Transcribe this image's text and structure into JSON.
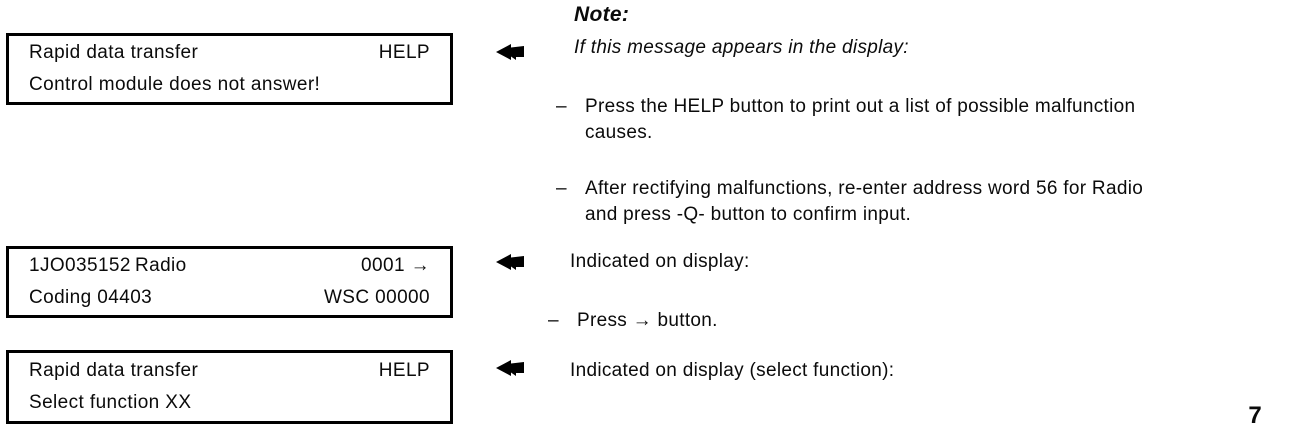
{
  "page": {
    "background_color": "#ffffff",
    "text_color": "#0b0b0b",
    "page_number": "7"
  },
  "icons": {
    "pointer": "left-arrow-marker"
  },
  "displays": [
    {
      "line1_left": "Rapid data transfer",
      "line1_right": "HELP",
      "line2_left": "Control module does not answer!"
    },
    {
      "line1_left": "1JO035152",
      "line1_mid": "Radio",
      "line1_right": "0001 →",
      "line2_left": "Coding 04403",
      "line2_right": "WSC 00000"
    },
    {
      "line1_left": "Rapid data transfer",
      "line1_right": "HELP",
      "line2_left": "Select function XX"
    }
  ],
  "notes": {
    "heading": "Note:",
    "intro": "If this message appears in the display:",
    "bullet1": {
      "dash": "–",
      "line1": "Press the HELP button to print out a list of possible malfunction",
      "line2": "causes."
    },
    "bullet2": {
      "dash": "–",
      "line1": "After rectifying malfunctions, re-enter address word 56 for Radio",
      "line2": "and press -Q- button to confirm input."
    },
    "indicated1": "Indicated on display:",
    "bullet3": {
      "dash": "–",
      "line1": "Press → button."
    },
    "indicated2": "Indicated on display (select function):"
  }
}
